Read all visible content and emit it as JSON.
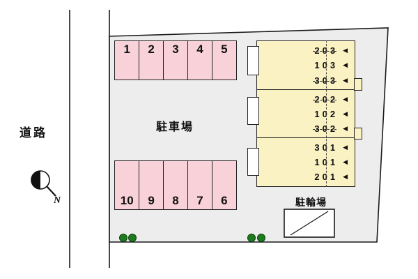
{
  "labels": {
    "road": "道路",
    "parking_area": "駐車場",
    "bicycle_area": "駐輪場",
    "compass_north": "N"
  },
  "icons": {
    "room_entrance_arrow": "◀"
  },
  "parking": {
    "top_row": [
      "1",
      "2",
      "3",
      "4",
      "5"
    ],
    "bottom_row": [
      "10",
      "9",
      "8",
      "7",
      "6"
    ]
  },
  "building": {
    "sections": [
      {
        "rooms": [
          {
            "number": "203",
            "dashed": true
          },
          {
            "number": "103",
            "dashed": false
          },
          {
            "number": "303",
            "dashed": true
          }
        ]
      },
      {
        "rooms": [
          {
            "number": "202",
            "dashed": true
          },
          {
            "number": "102",
            "dashed": false
          },
          {
            "number": "302",
            "dashed": true
          }
        ]
      },
      {
        "rooms": [
          {
            "number": "301",
            "dashed": false
          },
          {
            "number": "101",
            "dashed": false
          },
          {
            "number": "201",
            "dashed": false
          }
        ]
      }
    ]
  },
  "colors": {
    "site": "#ededed",
    "parking_stall": "#f8d2d8",
    "building": "#fbf2c4",
    "tree": "#1e7b1e",
    "line": "#1a1a1a"
  }
}
